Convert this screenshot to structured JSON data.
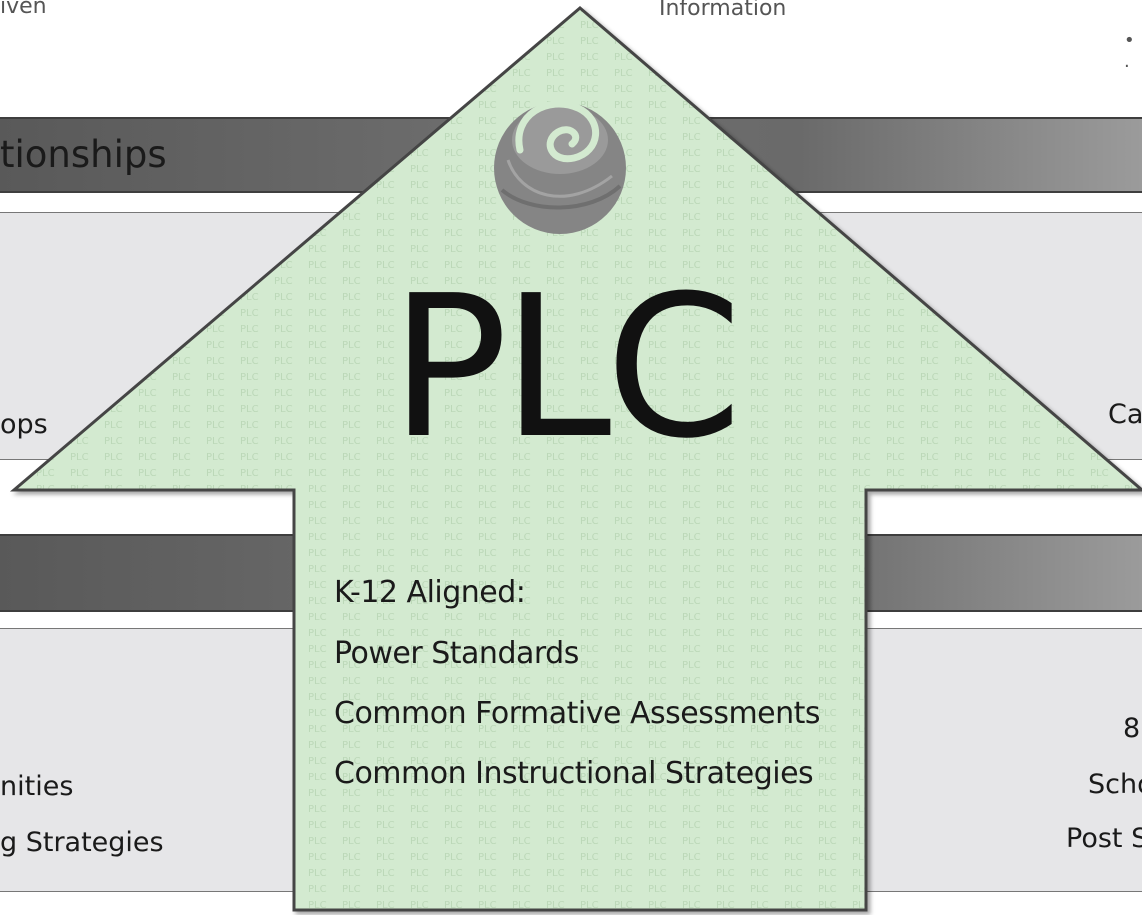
{
  "top": {
    "left_fragment": "iven",
    "center_fragment": "Information",
    "right_bullet": "• ."
  },
  "bands": {
    "top_label": "tionships",
    "bottom_label": ""
  },
  "left_panels": {
    "top_fragment": "ops",
    "bottom_line_1": "nities",
    "bottom_line_2": "g Strategies"
  },
  "right_panels": {
    "top_fragment": "Ca",
    "line_1": "8",
    "line_2": "Scho",
    "line_3": "Post S"
  },
  "arrow": {
    "title": "PLC",
    "watermark": "PLC",
    "logo_icon": "rose-logo-icon",
    "lines": [
      "K-12 Aligned:",
      "Power Standards",
      "Common Formative Assessments",
      "Common Instructional Strategies"
    ]
  },
  "colors": {
    "arrow_fill": "#d3ead0",
    "arrow_outline": "#444444",
    "band": "#6b6b6b",
    "panel": "#e6e6e8",
    "logo": "#8a8a8a"
  }
}
